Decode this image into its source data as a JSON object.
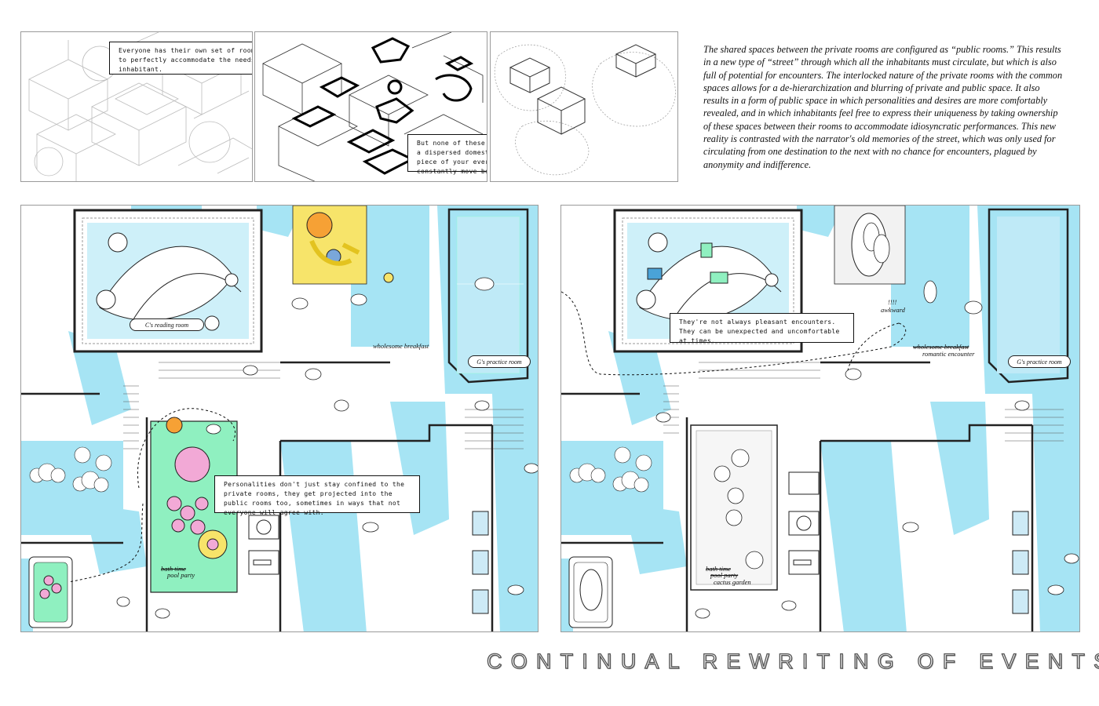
{
  "callouts": {
    "own_rooms": "Everyone has their own set of rooms, built to perfectly accommodate the needs of the inhabitant.",
    "not_complete_house": "But none of these rooms is a complete house. It's a dispersed domesticity, each room an incomplete piece of your everyday life that you must constantly move between.",
    "personalities": "Personalities don't just stay confined to the private rooms, they get projected into the public rooms too, sometimes in ways that not everyone will agree with.",
    "encounters": "They're not always pleasant encounters. They can be unexpected and uncomfortable at times."
  },
  "essay": "The shared spaces between the private rooms are configured as “public rooms.” This results in a new type of “street” through which all the inhabitants must circulate, but which is also full of potential for encounters. The interlocked nature of the private rooms with the common spaces allows for a de-hierarchization and blurring of private and public space. It also results in a form of public space in which personalities and desires are more comfortably revealed, and in which inhabitants feel free to express their uniqueness by taking ownership of these spaces between their rooms to accommodate idiosyncratic performances. This new reality is contrasted with the narrator's old memories of the street, which was only used for circulating from one destination to the next with no chance for encounters, plagued by anonymity and indifference.",
  "plan_left": {
    "reading_room": "C's reading room",
    "practice_room": "G's practice room",
    "breakfast": "wholesome breakfast",
    "bath_time": "bath time",
    "pool_party": "pool party"
  },
  "plan_right": {
    "practice_room": "G's practice room",
    "exclaim": "!!!!",
    "awkward": "awkward",
    "breakfast_struck": "wholesome breakfast",
    "romantic": "romantic encounter",
    "bath_time": "bath time",
    "pool_party": "pool party",
    "cactus": "cactus garden"
  },
  "title": "CONTINUAL REWRITING OF EVENTS",
  "colors": {
    "shadow_blue": "#a6e4f4",
    "pool_green": "#8ff0c0",
    "pink": "#f2a9d6",
    "yellow_table": "#f7e46a",
    "orange": "#f6a135",
    "line": "#222222"
  }
}
